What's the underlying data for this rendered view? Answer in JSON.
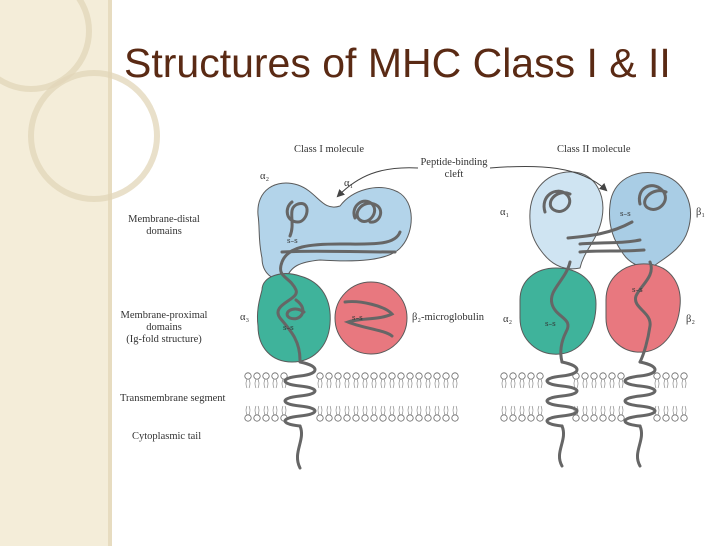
{
  "slide": {
    "title": "Structures of MHC Class I & II"
  },
  "labels": {
    "class1_heading": "Class I molecule",
    "class2_heading": "Class II molecule",
    "peptide_cleft_line1": "Peptide-binding",
    "peptide_cleft_line2": "cleft",
    "distal_line1": "Membrane-distal",
    "distal_line2": "domains",
    "proximal_line1": "Membrane-proximal",
    "proximal_line2": "domains",
    "proximal_line3": "(Ig-fold structure)",
    "transmembrane": "Transmembrane segment",
    "cytoplasmic": "Cytoplasmic tail",
    "alpha1": "α₁",
    "alpha2": "α₂",
    "alpha3": "α₃",
    "beta1": "β₁",
    "beta2": "β₂",
    "beta2_microglobulin": "β₂-microglobulin",
    "disulfide": "s–s"
  },
  "colors": {
    "title": "#5a2a14",
    "strip": "#f4edd9",
    "distal_light": "#cfe4f2",
    "distal_dark": "#a9cde5",
    "ig_teal": "#3fb39b",
    "ig_pink": "#e8787f",
    "chain": "#555555"
  }
}
